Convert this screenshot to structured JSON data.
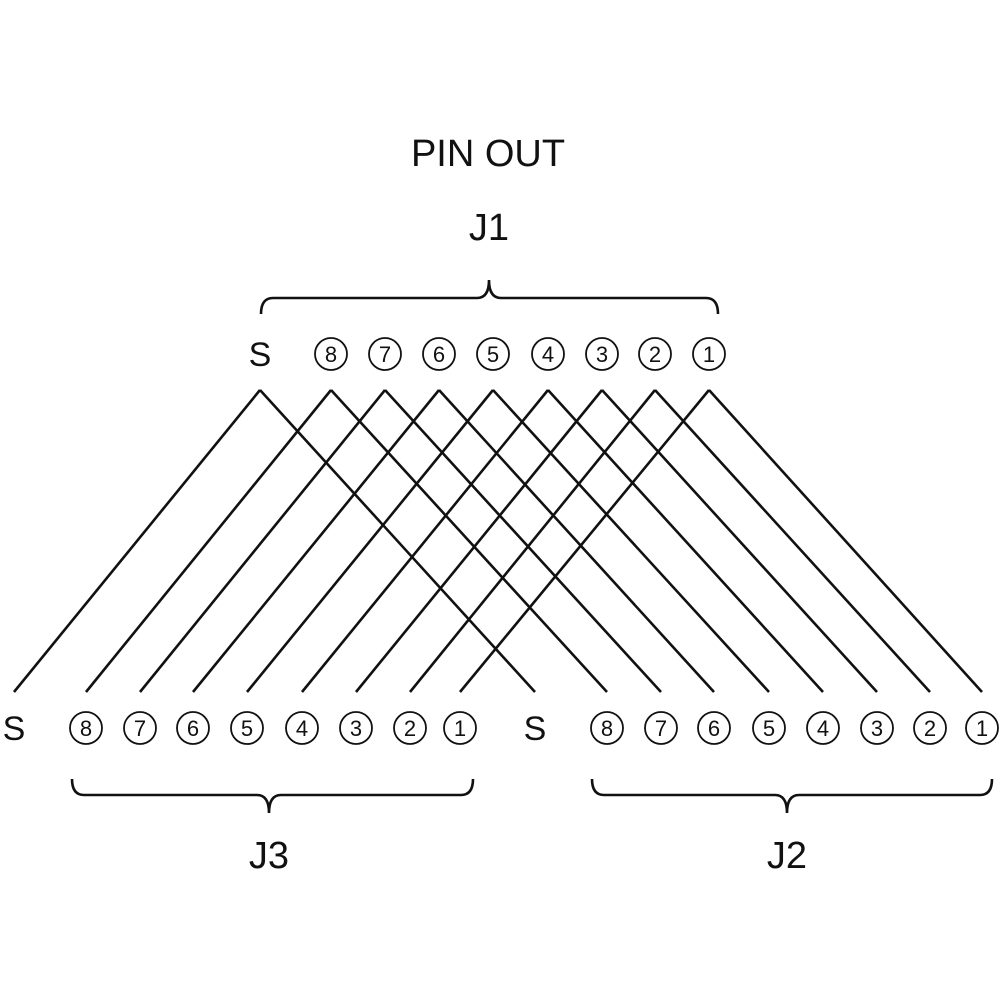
{
  "title": "PIN OUT",
  "connectors": [
    {
      "id": "J1",
      "label": "J1",
      "pins": [
        "S",
        "8",
        "7",
        "6",
        "5",
        "4",
        "3",
        "2",
        "1"
      ]
    },
    {
      "id": "J3",
      "label": "J3",
      "pins": [
        "S",
        "8",
        "7",
        "6",
        "5",
        "4",
        "3",
        "2",
        "1"
      ]
    },
    {
      "id": "J2",
      "label": "J2",
      "pins": [
        "S",
        "8",
        "7",
        "6",
        "5",
        "4",
        "3",
        "2",
        "1"
      ]
    }
  ],
  "wiring": [
    {
      "from": "J1.S",
      "to": [
        "J3.S",
        "J2.S"
      ]
    },
    {
      "from": "J1.8",
      "to": [
        "J3.8",
        "J2.8"
      ]
    },
    {
      "from": "J1.7",
      "to": [
        "J3.7",
        "J2.7"
      ]
    },
    {
      "from": "J1.6",
      "to": [
        "J3.6",
        "J2.6"
      ]
    },
    {
      "from": "J1.5",
      "to": [
        "J3.5",
        "J2.5"
      ]
    },
    {
      "from": "J1.4",
      "to": [
        "J3.4",
        "J2.4"
      ]
    },
    {
      "from": "J1.3",
      "to": [
        "J3.3",
        "J2.3"
      ]
    },
    {
      "from": "J1.2",
      "to": [
        "J3.2",
        "J2.2"
      ]
    },
    {
      "from": "J1.1",
      "to": [
        "J3.1",
        "J2.1"
      ]
    }
  ]
}
